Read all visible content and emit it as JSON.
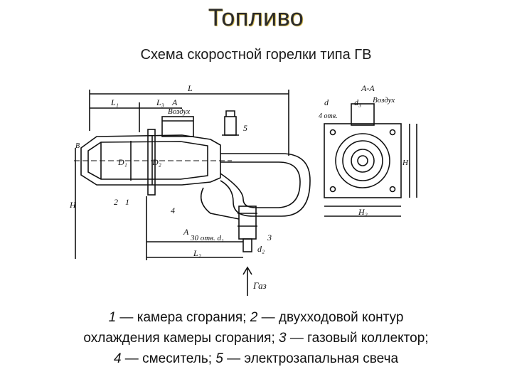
{
  "slide": {
    "title": "Топливо",
    "subtitle": "Схема скоростной горелки типа ГВ"
  },
  "drawing": {
    "labels": {
      "L": "L",
      "L1": "L₁",
      "L2": "L₂",
      "L3": "L₃",
      "A_top": "A",
      "air_left": "Воздух",
      "section": "А-А",
      "d": "d",
      "d3": "d₃",
      "air_right": "Воздух",
      "holes": "4 отв.",
      "H": "H",
      "H1": "H₁",
      "H2": "H₂",
      "B": "B",
      "D1": "D₁",
      "D2": "D₂",
      "n1": "1",
      "n2": "2",
      "n3": "3",
      "n4": "4",
      "n5": "5",
      "A_bottom": "A",
      "holes30": "30 отв. d₁",
      "d2": "d₂",
      "gas": "Газ"
    }
  },
  "legend": {
    "item1_num": "1",
    "item1_text": " — камера сгорания; ",
    "item2_num": "2",
    "item2_text": " — двухходовой контур",
    "line2": "охлаждения камеры сгорания; ",
    "item3_num": "3",
    "item3_text": " — газовый коллектор;",
    "item4_num": "4",
    "item4_text": " — смеситель; ",
    "item5_num": "5",
    "item5_text": " — электрозапальная свеча"
  }
}
